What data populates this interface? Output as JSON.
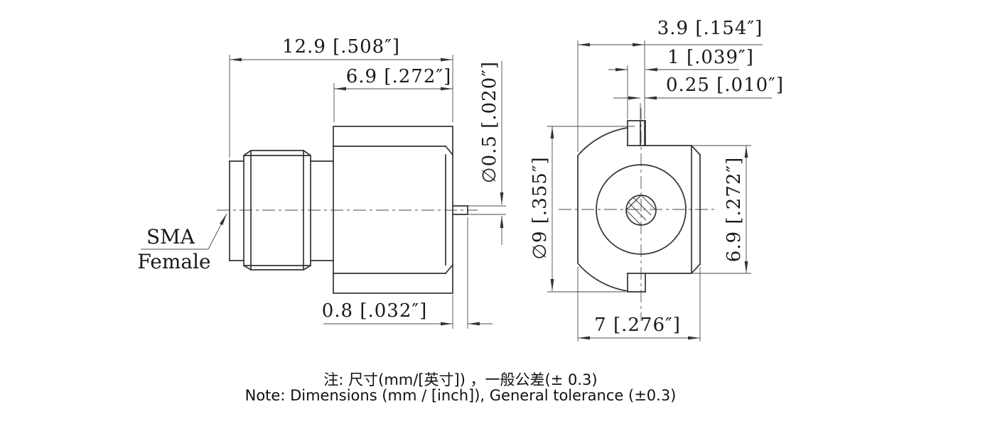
{
  "drawing": {
    "side_view": {
      "label": {
        "line1": "SMA",
        "line2": "Female"
      },
      "dims": {
        "overall_length": "12.9 [.508″]",
        "body_length": "6.9 [.272″]",
        "pin_diameter": "∅0.5 [.020″]",
        "pin_protrusion": "0.8 [.032″]"
      }
    },
    "front_view": {
      "dims": {
        "flat_to_slot": "3.9 [.154″]",
        "tab_width": "1 [.039″]",
        "slot_width": "0.25 [.010″]",
        "body_diameter": "∅9 [.355″]",
        "flat_height": "6.9 [.272″]",
        "overall_width": "7 [.276″]"
      }
    },
    "notes": {
      "cn": "注: 尺寸(mm/[英寸]) ，一般公差(± 0.3)",
      "en": "Note: Dimensions (mm / [inch]), General tolerance (±0.3)"
    },
    "colors": {
      "line": "#333333",
      "thin_line": "#4a4a4a",
      "text": "#1a1a1a",
      "background": "#ffffff"
    }
  }
}
